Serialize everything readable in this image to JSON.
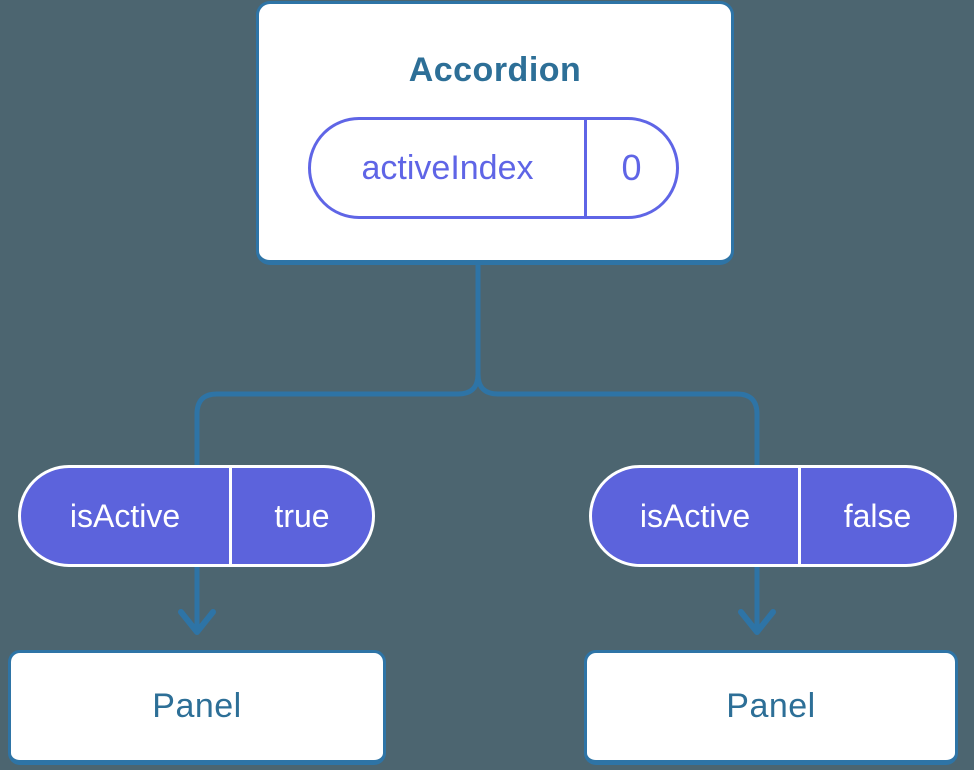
{
  "colors": {
    "background": "#4c6570",
    "connector_blue": "#2e74a6",
    "component_text_blue": "#2d6f97",
    "pill_purple_fill": "#5c63dc",
    "pill_purple_outline": "#5f65e6",
    "pill_text_white": "#ffffff",
    "card_background": "#ffffff"
  },
  "accordion": {
    "title": "Accordion",
    "state": {
      "name": "activeIndex",
      "value": "0"
    }
  },
  "children": [
    {
      "prop": {
        "name": "isActive",
        "value": "true"
      },
      "label": "Panel"
    },
    {
      "prop": {
        "name": "isActive",
        "value": "false"
      },
      "label": "Panel"
    }
  ]
}
